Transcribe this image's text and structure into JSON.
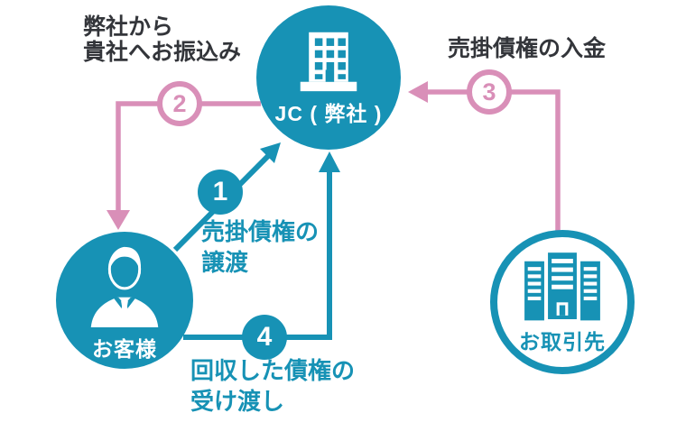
{
  "palette": {
    "teal": "#1792b5",
    "pink": "#d98fb8",
    "dark_text": "#33353a",
    "white": "#ffffff"
  },
  "nodes": {
    "jc": {
      "label": "JC ( 弊社 )"
    },
    "customer": {
      "label": "お客様"
    },
    "client": {
      "label": "お取引先"
    }
  },
  "steps": {
    "s1": {
      "number": "1",
      "line1": "売掛債権の",
      "line2": "譲渡"
    },
    "s2": {
      "number": "2",
      "line1": "弊社から",
      "line2": "貴社へお振込み"
    },
    "s3": {
      "number": "3",
      "line1": "売掛債権の入金",
      "line2": ""
    },
    "s4": {
      "number": "4",
      "line1": "回収した債権の",
      "line2": "受け渡し"
    }
  }
}
